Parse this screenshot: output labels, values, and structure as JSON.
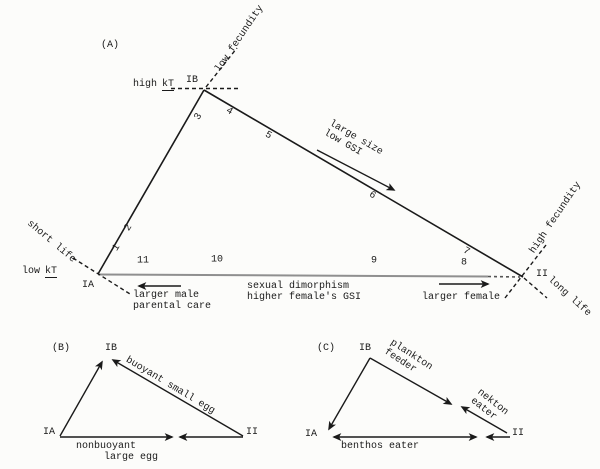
{
  "panel_a": {
    "label": "(A)",
    "vertex_top": "IB",
    "vertex_left": "IA",
    "vertex_right": "II",
    "axis_high_kt_word": "high",
    "axis_high_kt_term": "kT",
    "axis_low_kt_word": "low",
    "axis_low_kt_term": "kT",
    "axis_low_fecundity": "low fecundity",
    "axis_high_fecundity": "high fecundity",
    "axis_short_life": "short life",
    "axis_long_life": "long life",
    "numbers": [
      "1",
      "2",
      "3",
      "4",
      "5",
      "6",
      "7",
      "8",
      "9",
      "10",
      "11"
    ],
    "ann_large_size_line1": "large size",
    "ann_large_size_line2": "low GSI",
    "ann_larger_male_line1": "larger male",
    "ann_larger_male_line2": "parental care",
    "ann_dimorphism_line1": "sexual dimorphism",
    "ann_dimorphism_line2": "higher female's GSI",
    "ann_larger_female": "larger female"
  },
  "panel_b": {
    "label": "(B)",
    "vertex_top": "IB",
    "vertex_left": "IA",
    "vertex_right": "II",
    "ann_buoyant": "buoyant small egg",
    "ann_nonbuoyant_line1": "nonbuoyant",
    "ann_nonbuoyant_line2": "large egg"
  },
  "panel_c": {
    "label": "(C)",
    "vertex_top": "IB",
    "vertex_left": "IA",
    "vertex_right": "II",
    "ann_plankton_line1": "plankton",
    "ann_plankton_line2": "feeder",
    "ann_nekton_line1": "nekton",
    "ann_nekton_line2": "eater",
    "ann_benthos": "benthos eater"
  }
}
